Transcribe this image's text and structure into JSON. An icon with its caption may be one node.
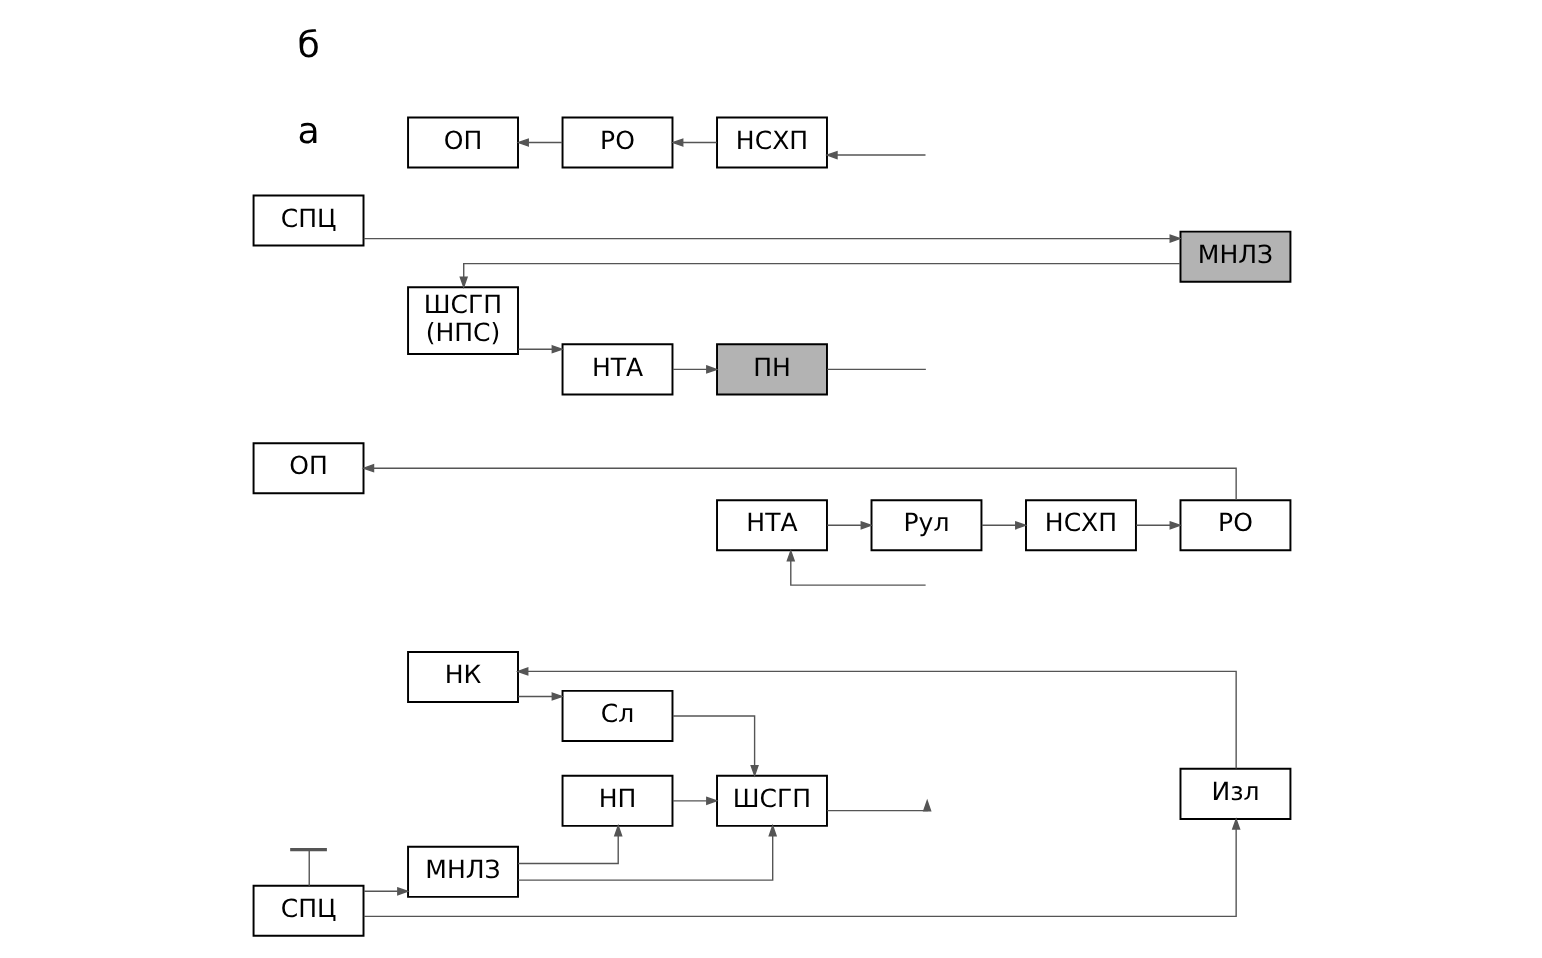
{
  "diagram": {
    "nodes": [
      {
        "text": [
          "МНЛЗ"
        ]
      },
      {
        "text": [
          "НП"
        ]
      },
      {
        "text": [],
        "shape": "bar"
      },
      {
        "text": [
          "СПЦ"
        ]
      },
      {
        "text": [
          "Изл"
        ]
      },
      {
        "text": [
          "НК"
        ]
      },
      {
        "text": [
          "Сл"
        ]
      },
      {
        "text": [
          "ШСГП"
        ]
      },
      {
        "text": [
          "ОП"
        ]
      },
      {
        "text": [
          "РО"
        ]
      },
      {
        "text": [
          "НСХП"
        ]
      },
      {
        "text": [
          "Рул"
        ]
      },
      {
        "text": [
          "НТА"
        ]
      },
      {
        "text": [
          "СПЦ"
        ]
      },
      {
        "text": [
          "МНЛЗ"
        ]
      },
      {
        "text": [
          "ШСГП",
          "(НПС)"
        ]
      },
      {
        "text": [
          "НТА"
        ]
      },
      {
        "text": [
          "ПН"
        ]
      },
      {
        "text": [
          "ОП"
        ]
      },
      {
        "text": [
          "РО"
        ]
      },
      {
        "text": [
          "НСХП"
        ]
      }
    ],
    "edges": [
      {
        "from": 2,
        "to": 3,
        "arrow": "none"
      },
      {
        "from": 3,
        "to": 4,
        "arrow": "to"
      },
      {
        "from": 3,
        "to": 0,
        "arrow": "to"
      },
      {
        "from": 4,
        "to": 5,
        "arrow": "to"
      },
      {
        "from": 5,
        "to": 6,
        "arrow": "to"
      },
      {
        "from": 6,
        "to": 7,
        "arrow": "to"
      },
      {
        "from": 0,
        "to": 1,
        "arrow": "to"
      },
      {
        "from": 0,
        "to": 7,
        "arrow": "to"
      },
      {
        "from": 1,
        "to": 7,
        "arrow": "to"
      },
      {
        "from": 7,
        "to": null,
        "arrow": "to"
      },
      {
        "from": null,
        "to": 12,
        "arrow": "to"
      },
      {
        "from": 12,
        "to": 11,
        "arrow": "to"
      },
      {
        "from": 11,
        "to": 10,
        "arrow": "to"
      },
      {
        "from": 10,
        "to": 9,
        "arrow": "to"
      },
      {
        "from": 9,
        "to": 8,
        "arrow": "to"
      },
      {
        "from": 13,
        "to": 14,
        "arrow": "to"
      },
      {
        "from": 14,
        "to": 15,
        "arrow": "to"
      },
      {
        "from": 15,
        "to": 16,
        "arrow": "to"
      },
      {
        "from": 16,
        "to": 17,
        "arrow": "to"
      },
      {
        "from": 17,
        "to": null,
        "arrow": "none"
      },
      {
        "from": null,
        "to": 20,
        "arrow": "to"
      },
      {
        "from": 20,
        "to": 19,
        "arrow": "to"
      },
      {
        "from": 19,
        "to": 18,
        "arrow": "to"
      }
    ],
    "labels": [
      "а",
      "б"
    ]
  }
}
